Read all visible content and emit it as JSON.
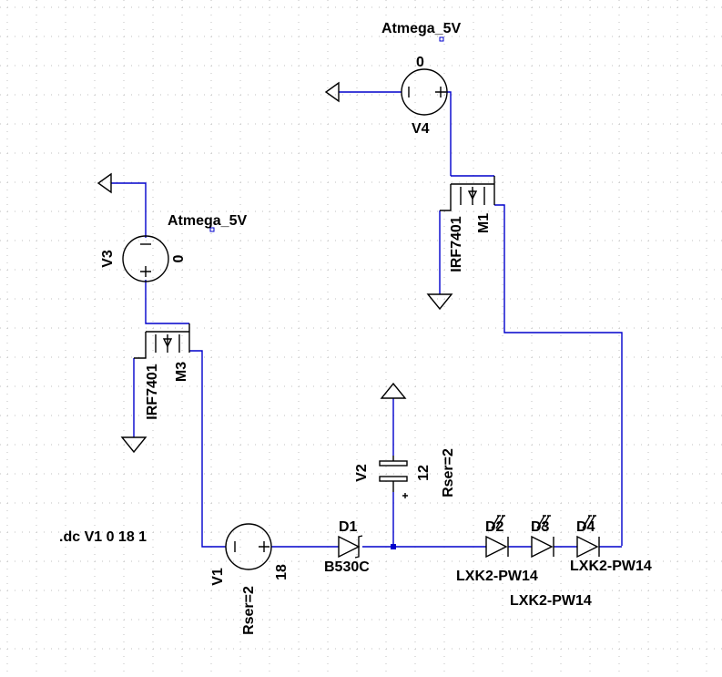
{
  "colors": {
    "background": "#ffffff",
    "wire": "#0000cc",
    "symbol": "#000000",
    "grid": "#c0c0c0"
  },
  "directive": ".dc V1 0 18 1",
  "net_labels": [
    "Atmega_5V",
    "Atmega_5V"
  ],
  "components": {
    "V4": {
      "name": "V4",
      "value": "0"
    },
    "V3": {
      "name": "V3",
      "value": "0"
    },
    "V2": {
      "name": "V2",
      "value": "12",
      "param": "Rser=2"
    },
    "V1": {
      "name": "V1",
      "value": "18",
      "param": "Rser=2"
    },
    "M1": {
      "name": "M1",
      "model": "IRF7401"
    },
    "M3": {
      "name": "M3",
      "model": "IRF7401"
    },
    "D1": {
      "name": "D1",
      "model": "B530C"
    },
    "D2": {
      "name": "D2",
      "model": "LXK2-PW14"
    },
    "D3": {
      "name": "D3",
      "model": "LXK2-PW14"
    },
    "D4": {
      "name": "D4",
      "model": "LXK2-PW14"
    }
  }
}
